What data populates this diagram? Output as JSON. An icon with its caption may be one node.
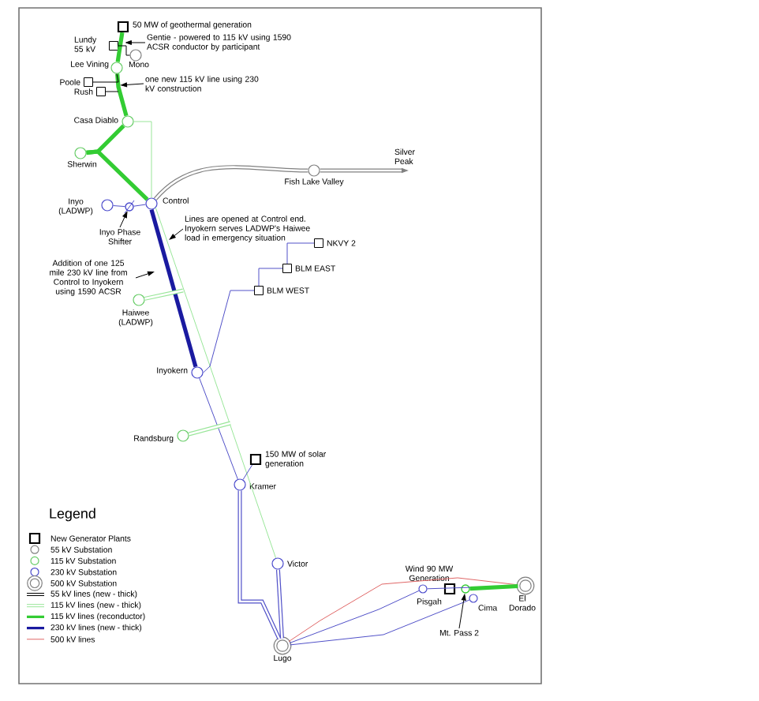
{
  "diagram": {
    "nodes": [
      {
        "text": [
          "50 MW of geothermal generation"
        ]
      },
      {
        "text": [
          "Lundy 55 kV"
        ]
      },
      {
        "text": [
          "Mono"
        ]
      },
      {
        "text": [
          "Lee Vining"
        ]
      },
      {
        "text": [
          "Poole"
        ]
      },
      {
        "text": [
          "Rush"
        ]
      },
      {
        "text": [
          "Casa Diablo"
        ]
      },
      {
        "text": [
          "Sherwin"
        ]
      },
      {
        "text": [
          "Fish Lake Valley"
        ]
      },
      {
        "text": [
          "Silver Peak"
        ]
      },
      {
        "text": [
          "Inyo (LADWP)"
        ]
      },
      {
        "text": [
          "Control"
        ]
      },
      {
        "text": [
          "NKVY 2"
        ]
      },
      {
        "text": [
          "BLM EAST"
        ]
      },
      {
        "text": [
          "BLM WEST"
        ]
      },
      {
        "text": [
          "Haiwee (LADWP)"
        ]
      },
      {
        "text": [
          "Inyokern"
        ]
      },
      {
        "text": [
          "Randsburg"
        ]
      },
      {
        "text": [
          "150 MW of solar generation"
        ]
      },
      {
        "text": [
          "Kramer"
        ]
      },
      {
        "text": [
          "Victor"
        ]
      },
      {
        "text": [
          "Lugo"
        ]
      },
      {
        "text": [
          "Pisgah"
        ]
      },
      {
        "text": [
          "Wind 90 MW Generation"
        ]
      },
      {
        "text": [],
        "shape": "circle"
      },
      {
        "text": [
          "Cima"
        ]
      },
      {
        "text": [
          "El Dorado"
        ]
      },
      {
        "text": [
          "Gentie - powered to 115 kV using 1590 ACSR conductor by participant"
        ]
      },
      {
        "text": [
          "one new 115 kV line using 230 kV construction"
        ]
      },
      {
        "text": [
          "Inyo Phase Shifter"
        ]
      },
      {
        "text": [
          "Lines are opened at Control end. Inyokern serves LADWP's Haiwee load in emergency situation"
        ]
      },
      {
        "text": [
          "Addition of one 125 mile 230 kV line from Control to Inyokern using 1590 ACSR"
        ]
      },
      {
        "text": [
          "Mt. Pass 2"
        ]
      },
      {
        "text": [],
        "shape": "circle"
      }
    ],
    "edges": [
      {
        "from": 0,
        "to": 3,
        "arrow": "none",
        "style": "thick",
        "color": "#33cc33"
      },
      {
        "from": 1,
        "to": 2,
        "arrow": "none",
        "color": "#000000"
      },
      {
        "from": 3,
        "to": 6,
        "arrow": "none",
        "style": "thick",
        "color": "#33cc33"
      },
      {
        "from": 6,
        "to": 7,
        "arrow": "none",
        "style": "thick",
        "color": "#33cc33"
      },
      {
        "from": 7,
        "to": 11,
        "arrow": "none",
        "style": "thick",
        "color": "#33cc33"
      },
      {
        "from": 6,
        "to": 11,
        "arrow": "none",
        "color": "#99e699"
      },
      {
        "from": 11,
        "to": 8,
        "arrow": "none",
        "style": "thick",
        "color": "#808080"
      },
      {
        "from": 8,
        "to": 9,
        "arrow": "to",
        "style": "thick",
        "color": "#808080"
      },
      {
        "from": 10,
        "to": 33,
        "arrow": "none"
      },
      {
        "from": 11,
        "to": 16,
        "arrow": "none",
        "style": "thick",
        "color": "#1a1aa0"
      },
      {
        "from": 11,
        "to": 20,
        "arrow": "none",
        "color": "#99e699"
      },
      {
        "from": 16,
        "to": 14,
        "arrow": "none"
      },
      {
        "from": 14,
        "to": 13,
        "arrow": "none"
      },
      {
        "from": 13,
        "to": 12,
        "arrow": "none"
      },
      {
        "from": 16,
        "to": 19,
        "arrow": "none"
      },
      {
        "from": 18,
        "to": 19,
        "arrow": "none"
      },
      {
        "from": 19,
        "to": 21,
        "arrow": "none",
        "style": "thick"
      },
      {
        "from": 20,
        "to": 21,
        "arrow": "none",
        "style": "thick"
      },
      {
        "from": 21,
        "to": 22,
        "arrow": "none"
      },
      {
        "from": 21,
        "to": 25,
        "arrow": "none"
      },
      {
        "from": 22,
        "to": 26,
        "arrow": "none"
      },
      {
        "from": 21,
        "to": 26,
        "arrow": "none",
        "color": "#e06666"
      },
      {
        "from": 24,
        "to": 26,
        "arrow": "none",
        "style": "thick",
        "color": "#33cc33"
      },
      {
        "from": 27,
        "to": null,
        "arrow": "to",
        "color": "#000000"
      },
      {
        "from": 28,
        "to": null,
        "arrow": "to",
        "color": "#000000"
      },
      {
        "from": 29,
        "to": 33,
        "arrow": "to",
        "color": "#000000"
      },
      {
        "from": 30,
        "to": null,
        "arrow": "to",
        "color": "#000000"
      },
      {
        "from": 31,
        "to": null,
        "arrow": "to",
        "color": "#000000"
      },
      {
        "from": 32,
        "to": 24,
        "arrow": "to",
        "color": "#000000"
      },
      {
        "from": 4,
        "to": 3,
        "arrow": "none",
        "color": "#000000"
      },
      {
        "from": 5,
        "to": null,
        "arrow": "none",
        "color": "#000000"
      },
      {
        "from": 15,
        "to": null,
        "arrow": "none",
        "style": "thick",
        "color": "#99e699"
      },
      {
        "from": 17,
        "to": null,
        "arrow": "none",
        "style": "thick",
        "color": "#99e699"
      },
      {
        "from": 33,
        "to": 11,
        "arrow": "none"
      }
    ],
    "labels": [
      "Legend"
    ],
    "legend": [
      {
        "text": "New Generator Plants"
      },
      {
        "text": "55 kV Substation"
      },
      {
        "text": "115 kV Substation"
      },
      {
        "text": "230 kV Substation"
      },
      {
        "text": "500 kV Substation"
      },
      {
        "text": "55 kV lines (new - thick)"
      },
      {
        "text": "115 kV lines (new - thick)"
      },
      {
        "text": "115 kV lines (reconductor)"
      },
      {
        "text": "230 kV lines (new - thick)"
      },
      {
        "text": "500 kV lines"
      }
    ]
  }
}
